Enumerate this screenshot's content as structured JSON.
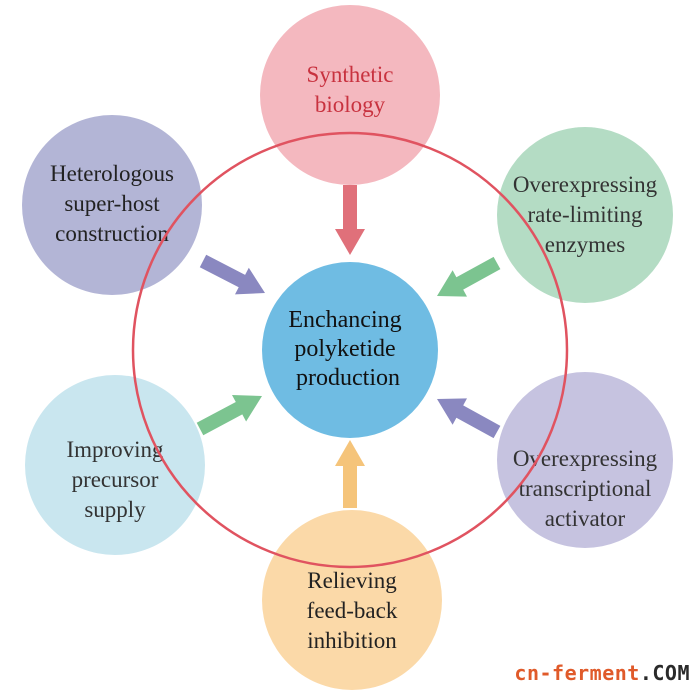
{
  "center": {
    "lines": [
      "Enchancing",
      "polyketide",
      "production"
    ],
    "color": "#6fbce3"
  },
  "nodes": [
    {
      "id": "synthetic-biology",
      "lines": [
        "Synthetic",
        "biology"
      ],
      "fill": "#f4b8bf",
      "text_color": "#c8323f",
      "arrow_color": "#e0707a"
    },
    {
      "id": "overexpressing-rate-limiting-enzymes",
      "lines": [
        "Overexpressing",
        "rate-limiting",
        "enzymes"
      ],
      "fill": "#b4dcc4",
      "text_color": "#333333",
      "arrow_color": "#7cc490"
    },
    {
      "id": "overexpressing-transcriptional-activator",
      "lines": [
        "Overexpressing",
        "transcriptional",
        "activator"
      ],
      "fill": "#c6c3e0",
      "text_color": "#333333",
      "arrow_color": "#8a88c0"
    },
    {
      "id": "relieving-feed-back-inhibition",
      "lines": [
        "Relieving",
        "feed-back",
        "inhibition"
      ],
      "fill": "#fbd9a8",
      "text_color": "#222222",
      "arrow_color": "#f5c47a"
    },
    {
      "id": "improving-precursor-supply",
      "lines": [
        "Improving",
        "precursor",
        "supply"
      ],
      "fill": "#c9e6ef",
      "text_color": "#333333",
      "arrow_color": "#7cc490"
    },
    {
      "id": "heterologous-super-host-construction",
      "lines": [
        "Heterologous",
        "super-host",
        "construction"
      ],
      "fill": "#b3b5d6",
      "text_color": "#222222",
      "arrow_color": "#8a88c0"
    }
  ],
  "ring_color": "#e05360",
  "watermark": {
    "brand": "cn-ferment",
    "dot": ".",
    "tld": "COM"
  }
}
